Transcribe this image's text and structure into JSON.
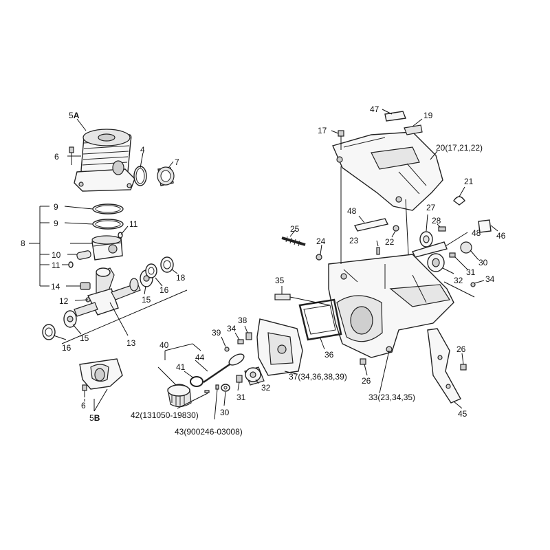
{
  "callouts": {
    "c5a_num": "5",
    "c5a_letter": "A",
    "c5b_num": "5",
    "c5b_letter": "B",
    "c4": "4",
    "c6a": "6",
    "c6b": "6",
    "c7": "7",
    "c8": "8",
    "c9a": "9",
    "c9b": "9",
    "c10": "10",
    "c11a": "11",
    "c11b": "11",
    "c12": "12",
    "c13": "13",
    "c14": "14",
    "c15a": "15",
    "c15b": "15",
    "c16a": "16",
    "c16b": "16",
    "c17": "17",
    "c18": "18",
    "c19": "19",
    "c20": "20(17,21,22)",
    "c21": "21",
    "c22": "22",
    "c23": "23",
    "c24": "24",
    "c25": "25",
    "c26a": "26",
    "c26b": "26",
    "c27": "27",
    "c28": "28",
    "c30a": "30",
    "c30b": "30",
    "c31a": "31",
    "c31b": "31",
    "c32a": "32",
    "c32b": "32",
    "c33": "33(23,34,35)",
    "c34a": "34",
    "c34b": "34",
    "c35": "35",
    "c36": "36",
    "c37": "37(34,36,38,39)",
    "c38": "38",
    "c39": "39",
    "c40": "40",
    "c41": "41",
    "c42": "42(131050-19830)",
    "c43": "43(900246-03008)",
    "c44": "44",
    "c45": "45",
    "c46": "46",
    "c47": "47",
    "c48a": "48",
    "c48b": "48"
  }
}
